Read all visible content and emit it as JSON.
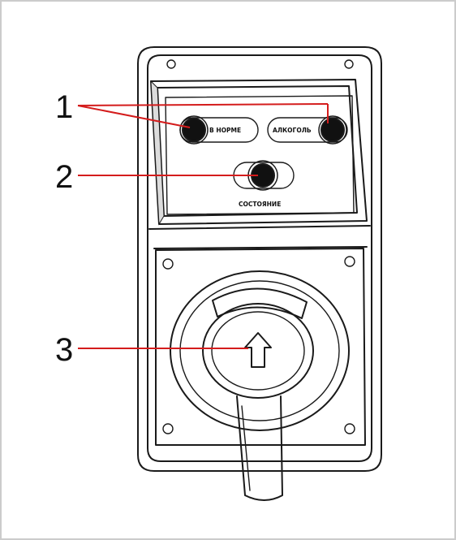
{
  "colors": {
    "outline": "#1a1a1a",
    "leader_line": "#d41c1c",
    "indicator_lamp": "#111111",
    "frame_border": "#cccccc"
  },
  "callouts": {
    "c1": "1",
    "c2": "2",
    "c3": "3"
  },
  "panel_labels": {
    "lamp_left": "В НОРМЕ",
    "lamp_right": "АЛКОГОЛЬ",
    "status": "СОСТОЯНИЕ"
  },
  "icons": {
    "socket_arrow": "arrow-up-icon"
  }
}
